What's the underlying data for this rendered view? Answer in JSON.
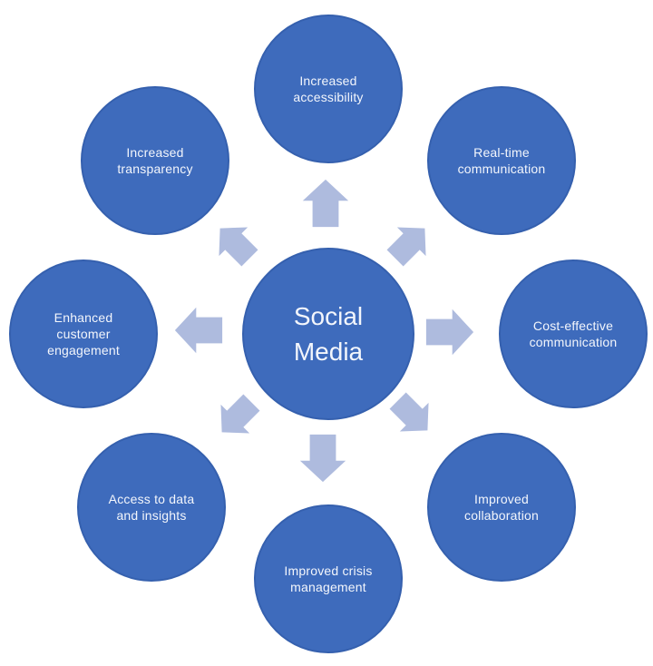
{
  "diagram": {
    "center": {
      "label": "Social Media"
    },
    "nodes": [
      {
        "id": "top",
        "label": "Increased accessibility"
      },
      {
        "id": "top-right",
        "label": "Real-time communication"
      },
      {
        "id": "right",
        "label": "Cost-effective communication"
      },
      {
        "id": "bottom-right",
        "label": "Improved collaboration"
      },
      {
        "id": "bottom",
        "label": "Improved crisis management"
      },
      {
        "id": "bottom-left",
        "label": "Access to data and insights"
      },
      {
        "id": "left",
        "label": "Enhanced customer engagement"
      },
      {
        "id": "top-left",
        "label": "Increased transparency"
      }
    ],
    "arrows": [
      {
        "icon": "arrow-up-icon",
        "direction": "up"
      },
      {
        "icon": "arrow-up-right-icon",
        "direction": "up-right"
      },
      {
        "icon": "arrow-right-icon",
        "direction": "right"
      },
      {
        "icon": "arrow-down-right-icon",
        "direction": "down-right"
      },
      {
        "icon": "arrow-down-icon",
        "direction": "down"
      },
      {
        "icon": "arrow-down-left-icon",
        "direction": "down-left"
      },
      {
        "icon": "arrow-left-icon",
        "direction": "left"
      },
      {
        "icon": "arrow-up-left-icon",
        "direction": "up-left"
      }
    ],
    "colors": {
      "circle_fill": "#3e6bbc",
      "circle_edge": "#3560ae",
      "arrow_fill": "#aebbde",
      "text": "#f3f6fc",
      "background": "#ffffff"
    }
  }
}
